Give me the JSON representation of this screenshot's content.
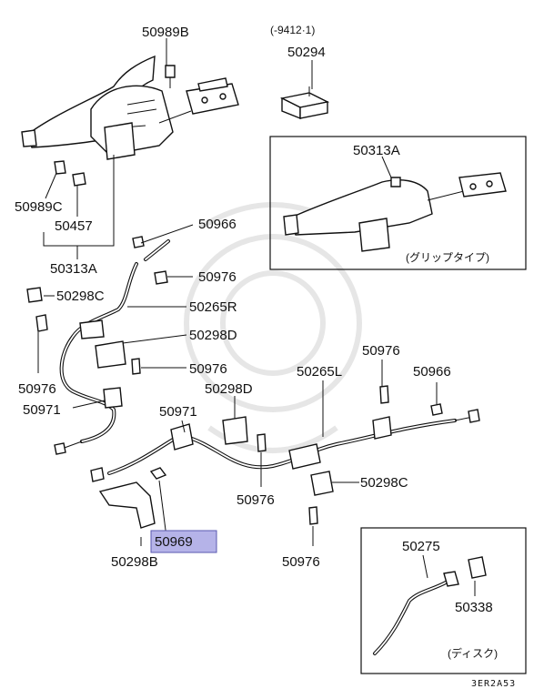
{
  "diagram": {
    "top_note": "(-9412·1)",
    "code": "3ER2A53",
    "group_labels": {
      "grip": "(グリップタイプ)",
      "disc": "(ディスク)"
    },
    "parts": {
      "p50989B": "50989B",
      "p50294": "50294",
      "p50313A_inset": "50313A",
      "p50989C": "50989C",
      "p50457": "50457",
      "p50966_top": "50966",
      "p50313A": "50313A",
      "p50976_a": "50976",
      "p50298C_left": "50298C",
      "p50265R": "50265R",
      "p50298D_top": "50298D",
      "p50976_b": "50976",
      "p50976_c": "50976",
      "p50976_d": "50976",
      "p50966_right": "50966",
      "p50265L": "50265L",
      "p50298D_mid": "50298D",
      "p50971_left": "50971",
      "p50971_mid": "50971",
      "p50298C_right": "50298C",
      "p50976_e": "50976",
      "p50969": "50969",
      "p50298B": "50298B",
      "p50976_f": "50976",
      "p50275": "50275",
      "p50338": "50338"
    },
    "highlight_color": "#b5b3e8"
  }
}
